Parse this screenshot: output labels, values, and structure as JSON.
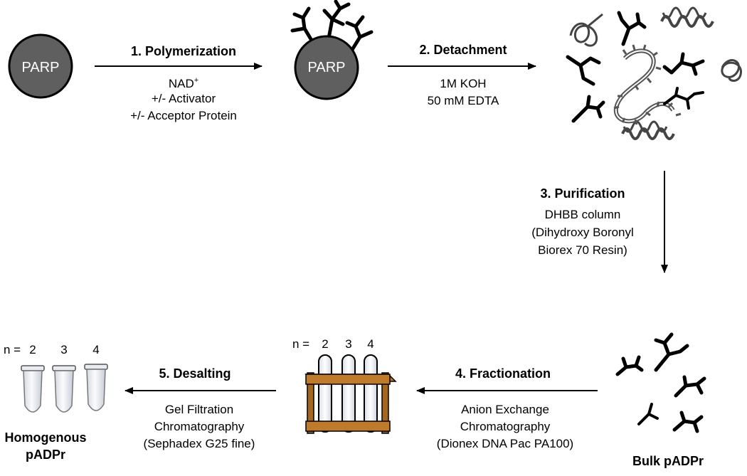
{
  "protein_label": "PARP",
  "step1": {
    "title": "1. Polymerization",
    "lines": [
      "NAD",
      "+/- Activator",
      "+/- Acceptor Protein"
    ],
    "superscript": "+"
  },
  "step2": {
    "title": "2. Detachment",
    "lines": [
      "1M KOH",
      "50 mM EDTA"
    ]
  },
  "step3": {
    "title": "3. Purification",
    "lines": [
      "DHBB column",
      "(Dihydroxy Boronyl",
      "Biorex 70 Resin)"
    ]
  },
  "step4": {
    "title": "4. Fractionation",
    "lines": [
      "Anion Exchange",
      "Chromatography",
      "(Dionex DNA Pac PA100)"
    ]
  },
  "step5": {
    "title": "5. Desalting",
    "lines": [
      "Gel Filtration",
      "Chromatography",
      "(Sephadex G25 fine)"
    ]
  },
  "rack": {
    "n_label": "n =",
    "values": [
      "2",
      "3",
      "4"
    ]
  },
  "vials": {
    "n_label": "n =",
    "values": [
      "2",
      "3",
      "4"
    ]
  },
  "bulk_label": "Bulk pADPr",
  "homogenous_label": [
    "Homogenous",
    "pADPr"
  ],
  "colors": {
    "parp_fill": "#5f5f5f",
    "rack_wood": "#c07a2c",
    "arrow": "#000000"
  }
}
